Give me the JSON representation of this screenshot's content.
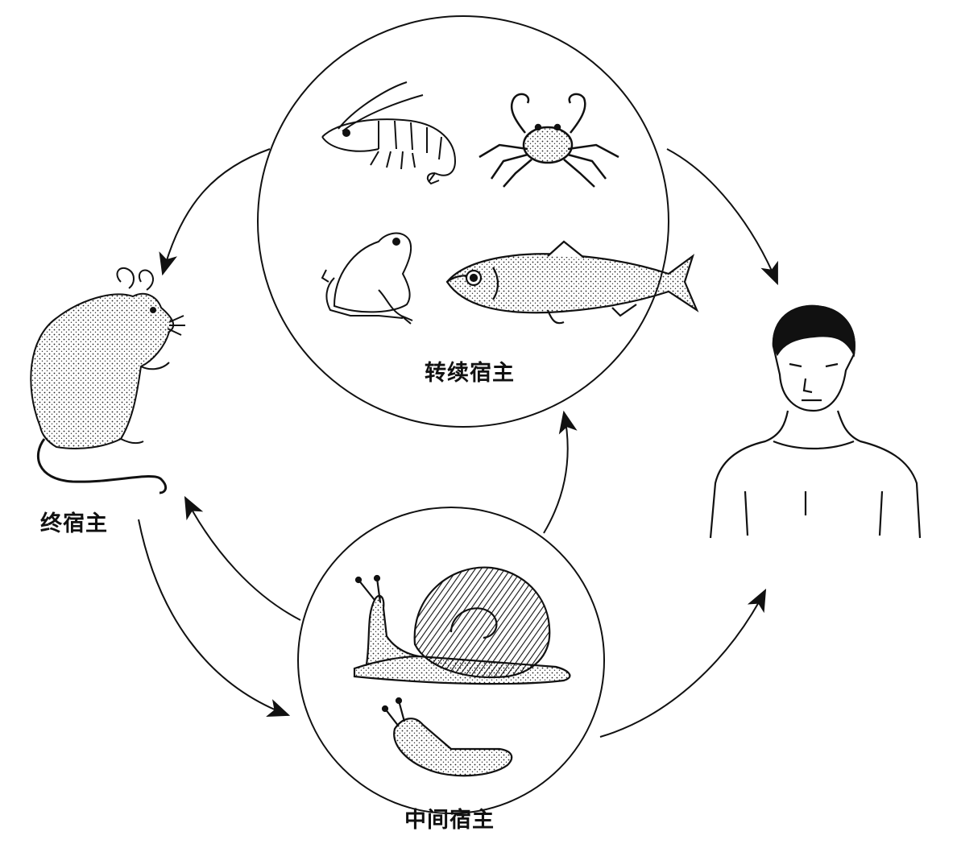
{
  "labels": {
    "paratenic_host": "转续宿主",
    "definitive_host": "终宿主",
    "intermediate_host": "中间宿主"
  },
  "icons": {
    "definitive": "rat-icon",
    "paratenic": [
      "shrimp-icon",
      "crab-icon",
      "frog-icon",
      "fish-icon"
    ],
    "intermediate": [
      "snail-icon",
      "slug-icon"
    ],
    "accidental": "human-icon"
  },
  "colors": {
    "line": "#111111",
    "background": "#ffffff"
  }
}
